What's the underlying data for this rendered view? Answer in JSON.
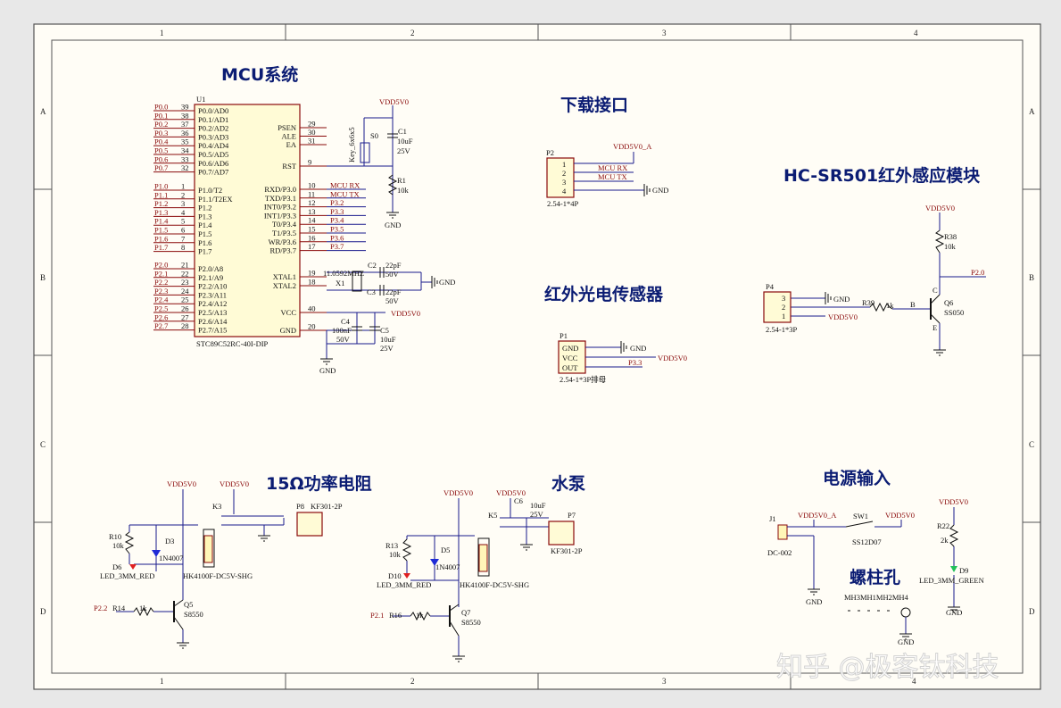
{
  "frame": {
    "col_labels": [
      "1",
      "2",
      "3",
      "4"
    ],
    "row_labels": [
      "A",
      "B",
      "C",
      "D"
    ]
  },
  "sections": {
    "mcu": "MCU系统",
    "download": "下载接口",
    "pir": "HC-SR501红外感应模块",
    "ir_sensor": "红外光电传感器",
    "resistor": "15Ω功率电阻",
    "pump": "水泵",
    "power": "电源输入",
    "screw": "螺柱孔"
  },
  "mcu": {
    "ref": "U1",
    "part": "STC89C52RC-40I-DIP",
    "left_nets": [
      "P0.0",
      "P0.1",
      "P0.2",
      "P0.3",
      "P0.4",
      "P0.5",
      "P0.6",
      "P0.7",
      "P1.0",
      "P1.1",
      "P1.2",
      "P1.3",
      "P1.4",
      "P1.5",
      "P1.6",
      "P1.7",
      "P2.0",
      "P2.1",
      "P2.2",
      "P2.3",
      "P2.4",
      "P2.5",
      "P2.6",
      "P2.7"
    ],
    "left_nums": [
      "39",
      "38",
      "37",
      "36",
      "35",
      "34",
      "33",
      "32",
      "1",
      "2",
      "3",
      "4",
      "5",
      "6",
      "7",
      "8",
      "21",
      "22",
      "23",
      "24",
      "25",
      "26",
      "27",
      "28"
    ],
    "left_pins": [
      "P0.0/AD0",
      "P0.1/AD1",
      "P0.2/AD2",
      "P0.3/AD3",
      "P0.4/AD4",
      "P0.5/AD5",
      "P0.6/AD6",
      "P0.7/AD7",
      "P1.0/T2",
      "P1.1/T2EX",
      "P1.2",
      "P1.3",
      "P1.4",
      "P1.5",
      "P1.6",
      "P1.7",
      "P2.0/A8",
      "P2.1/A9",
      "P2.2/A10",
      "P2.3/A11",
      "P2.4/A12",
      "P2.5/A13",
      "P2.6/A14",
      "P2.7/A15"
    ],
    "right_pins_top": [
      "PSEN",
      "ALE",
      "EA"
    ],
    "right_nums_top": [
      "29",
      "30",
      "31"
    ],
    "rst": "RST",
    "rst_num": "9",
    "right_pins_p3": [
      "RXD/P3.0",
      "TXD/P3.1",
      "INT0/P3.2",
      "INT1/P3.3",
      "T0/P3.4",
      "T1/P3.5",
      "WR/P3.6",
      "RD/P3.7"
    ],
    "right_nums_p3": [
      "10",
      "11",
      "12",
      "13",
      "14",
      "15",
      "16",
      "17"
    ],
    "right_nets_p3": [
      "MCU RX",
      "MCU TX",
      "P3.2",
      "P3.3",
      "P3.4",
      "P3.5",
      "P3.6",
      "P3.7"
    ],
    "xtal1": "XTAL1",
    "xtal1_num": "19",
    "xtal2": "XTAL2",
    "xtal2_num": "18",
    "vcc": "VCC",
    "vcc_num": "40",
    "gnd": "GND",
    "gnd_num": "20"
  },
  "mcu_periph": {
    "vdd": "VDD5V0",
    "key_ref": "S0",
    "key_part": "Key_6x6x5",
    "c1": "C1",
    "c1_val": "10uF",
    "c1_v": "25V",
    "r1": "R1",
    "r1_val": "10k",
    "gnd": "GND",
    "xtal": "11.0592MHZ",
    "x1": "X1",
    "c2": "C2",
    "c2_val": "22pF",
    "c2_v": "50V",
    "c3": "C3",
    "c3_val": "22pF",
    "c3_v": "50V",
    "c4": "C4",
    "c4_val": "100nF",
    "c4_v": "50V",
    "c5": "C5",
    "c5_val": "10uF",
    "c5_v": "25V"
  },
  "download": {
    "ref": "P2",
    "part": "2.54-1*4P",
    "pins": [
      "1",
      "2",
      "3",
      "4"
    ],
    "nets": [
      "VDD5V0_A",
      "MCU RX",
      "MCU TX",
      "GND"
    ]
  },
  "pir": {
    "vdd": "VDD5V0",
    "r38": "R38",
    "r38_val": "10k",
    "net": "P2.0",
    "p4": "P4",
    "p4_part": "2.54-1*3P",
    "pins": [
      "3",
      "2",
      "1"
    ],
    "gnd": "GND",
    "vdd_in": "VDD5V0",
    "r39": "R39",
    "r39_val": "1k",
    "b": "B",
    "c": "C",
    "e": "E",
    "q": "Q6",
    "q_part": "SS050"
  },
  "ir_sensor": {
    "ref": "P1",
    "part": "2.54-1*3P排母",
    "pins": [
      "GND",
      "VCC",
      "OUT"
    ],
    "gnd": "GND",
    "net": "P3.3",
    "vdd": "VDD5V0"
  },
  "heater": {
    "vdd1": "VDD5V0",
    "vdd2": "VDD5V0",
    "k": "K3",
    "p8": "P8",
    "p8_part": "KF301-2P",
    "r10": "R10",
    "r10_val": "10k",
    "d3": "D3",
    "d3_part": "1N4007",
    "d6": "D6",
    "d6_part": "LED_3MM_RED",
    "relay": "HK4100F-DC5V-SHG",
    "net": "P2.2",
    "r14": "R14",
    "r14_val": "1k",
    "q": "Q5",
    "q_part": "S8550"
  },
  "pump": {
    "vdd1": "VDD5V0",
    "vdd2": "VDD5V0",
    "k": "K5",
    "c6": "C6",
    "c6_val": "10uF",
    "c6_v": "25V",
    "p7": "P7",
    "p7_part": "KF301-2P",
    "r13": "R13",
    "r13_val": "10k",
    "d5": "D5",
    "d5_part": "1N4007",
    "d10": "D10",
    "d10_part": "LED_3MM_RED",
    "relay": "HK4100F-DC5V-SHG",
    "net": "P2.1",
    "r16": "R16",
    "r16_val": "1k",
    "q": "Q7",
    "q_part": "S8550"
  },
  "power": {
    "j1": "J1",
    "j1_part": "DC-002",
    "vdd_a": "VDD5V0_A",
    "sw": "SW1",
    "sw_part": "SS12D07",
    "vdd": "VDD5V0",
    "gnd": "GND",
    "r22": "R22",
    "r22_val": "2k",
    "d9": "D9",
    "d9_part": "LED_3MM_GREEN"
  },
  "screw": {
    "label": "MH3MH1MH2MH4",
    "gnd": "GND"
  },
  "watermark": "知乎 @极客钛科技"
}
